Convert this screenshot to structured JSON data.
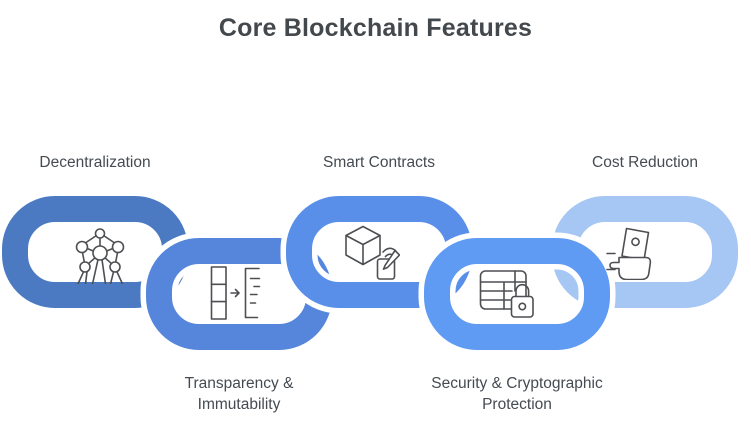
{
  "title": "Core Blockchain Features",
  "colors": {
    "title_text": "#43484c",
    "label_text": "#454b51",
    "icon_stroke": "#4d4f52",
    "casing": "#ffffff"
  },
  "features": [
    {
      "label": "Decentralization",
      "label_position": "top",
      "link_color": "#4b7ac3",
      "icon": "network-nodes-icon"
    },
    {
      "label": "Transparency & Immutability",
      "label_position": "bottom",
      "link_color": "#5586dc",
      "icon": "blocks-to-ledger-icon"
    },
    {
      "label": "Smart Contracts",
      "label_position": "top",
      "link_color": "#5a8fe9",
      "icon": "contract-box-icon"
    },
    {
      "label": "Security & Cryptographic Protection",
      "label_position": "bottom",
      "link_color": "#5f9af3",
      "icon": "database-lock-icon"
    },
    {
      "label": "Cost Reduction",
      "label_position": "top",
      "link_color": "#a6c6f3",
      "icon": "cost-reduction-hand-icon"
    }
  ]
}
